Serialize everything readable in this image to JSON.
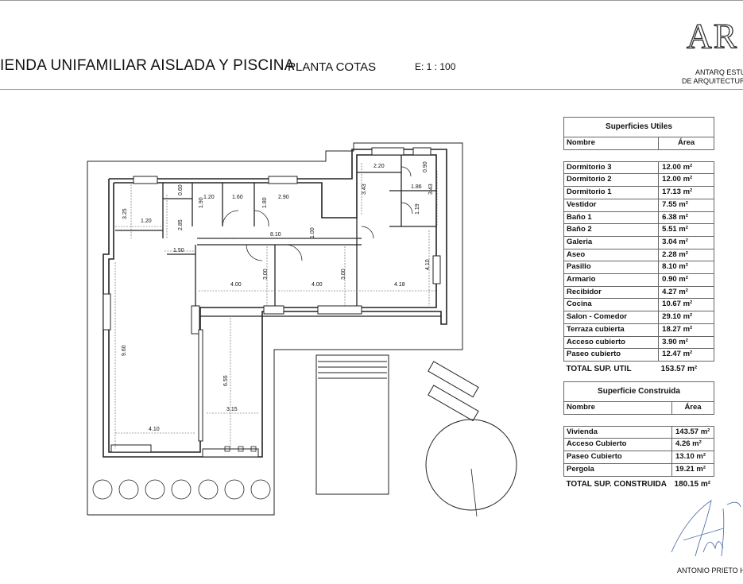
{
  "header": {
    "title": "IENDA UNIFAMILIAR AISLADA Y PISCINA",
    "subtitle": "PLANTA COTAS",
    "scale": "E:  1 : 100",
    "logo": "AR",
    "firm_line1": "ANTARQ ESTU",
    "firm_line2": "DE ARQUITECTUR"
  },
  "plan": {
    "dims": [
      "3.25",
      "1.20",
      "2.85",
      "1.50",
      "0.60",
      "1.20",
      "1.90",
      "1.60",
      "1.80",
      "2.90",
      "8.10",
      "1.00",
      "2.20",
      "0.90",
      "3.43",
      "1.86",
      "3.43",
      "1.19",
      "4.10",
      "4.00",
      "3.00",
      "4.00",
      "3.00",
      "4.18",
      "9.60",
      "6.55",
      "3.15",
      "4.10"
    ]
  },
  "table_utiles": {
    "header": "Superficies Utiles",
    "col_name": "Nombre",
    "col_area": "Área",
    "rows": [
      {
        "name": "Dormitorio 3",
        "area": "12.00 m²"
      },
      {
        "name": "Dormitorio 2",
        "area": "12.00 m²"
      },
      {
        "name": "Dormitorio 1",
        "area": "17.13 m²"
      },
      {
        "name": "Vestidor",
        "area": "7.55 m²"
      },
      {
        "name": "Baño 1",
        "area": "6.38 m²"
      },
      {
        "name": "Baño 2",
        "area": "5.51 m²"
      },
      {
        "name": "Galeria",
        "area": "3.04 m²"
      },
      {
        "name": "Aseo",
        "area": "2.28 m²"
      },
      {
        "name": "Pasillo",
        "area": "8.10 m²"
      },
      {
        "name": "Armario",
        "area": "0.90 m²"
      },
      {
        "name": "Recibidor",
        "area": "4.27 m²"
      },
      {
        "name": "Cocina",
        "area": "10.67 m²"
      },
      {
        "name": "Salon - Comedor",
        "area": "29.10 m²"
      },
      {
        "name": "Terraza cubierta",
        "area": "18.27 m²"
      },
      {
        "name": "Acceso cubierto",
        "area": "3.90 m²"
      },
      {
        "name": "Paseo cubierto",
        "area": "12.47 m²"
      }
    ],
    "total_label": "TOTAL SUP. UTIL",
    "total_value": "153.57 m²"
  },
  "table_construida": {
    "header": "Superficie Construida",
    "col_name": "Nombre",
    "col_area": "Área",
    "rows": [
      {
        "name": "Vivienda",
        "area": "143.57 m²"
      },
      {
        "name": "Acceso Cubierto",
        "area": "4.26 m²"
      },
      {
        "name": "Paseo Cubierto",
        "area": "13.10 m²"
      },
      {
        "name": "Pergola",
        "area": "19.21 m²"
      }
    ],
    "total_label": "TOTAL SUP. CONSTRUIDA",
    "total_value": "180.15 m²"
  },
  "footer": {
    "signature_name": "ANTONIO PRIETO HER"
  }
}
